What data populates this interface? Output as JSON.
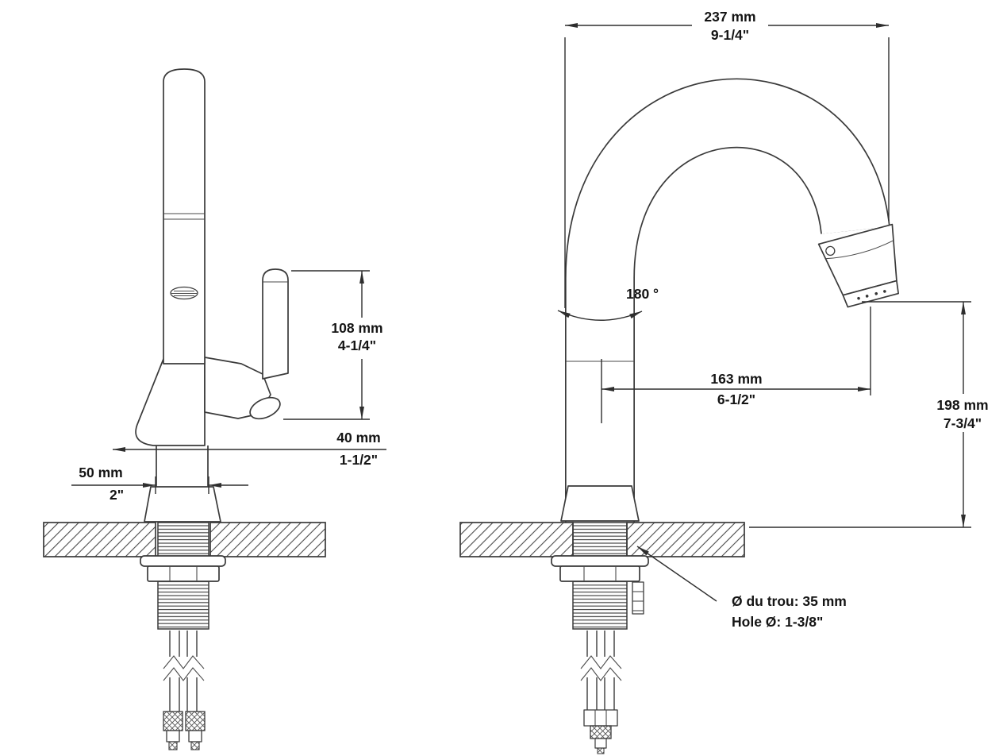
{
  "drawing": {
    "background": "#ffffff",
    "line_color": "#3a3a3a"
  },
  "side_view": {
    "handle_height": {
      "metric": "108 mm",
      "imperial": "4-1/4\""
    },
    "spout_offset": {
      "metric": "40 mm",
      "imperial": "1-1/2\""
    },
    "base_width": {
      "metric": "50 mm",
      "imperial": "2\""
    }
  },
  "front_view": {
    "spout_width": {
      "metric": "237 mm",
      "imperial": "9-1/4\""
    },
    "swivel_angle": "180 °",
    "spout_reach": {
      "metric": "163 mm",
      "imperial": "6-1/2\""
    },
    "spout_height": {
      "metric": "198 mm",
      "imperial": "7-3/4\""
    },
    "hole_diameter": {
      "french": "Ø du trou: 35 mm",
      "english": "Hole Ø: 1-3/8\""
    }
  }
}
